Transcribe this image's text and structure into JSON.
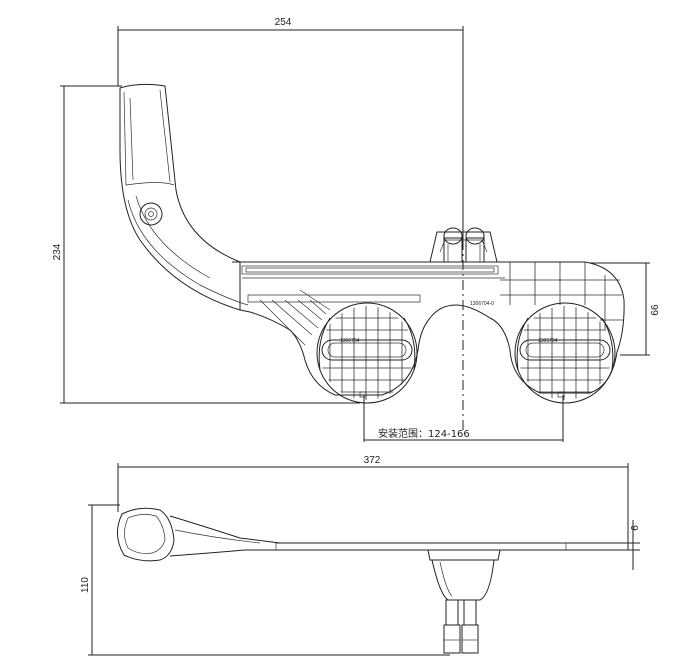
{
  "top_view": {
    "width_dimension": "254",
    "height_dimension": "234",
    "side_dimension": "66",
    "install_range_label": "安装范围：124-166",
    "part_number": "1306704-0",
    "knob_label_left": "1306704",
    "knob_label_right": "1306704"
  },
  "side_view": {
    "length_dimension": "372",
    "height_dimension": "110",
    "thickness_dimension": "6"
  }
}
